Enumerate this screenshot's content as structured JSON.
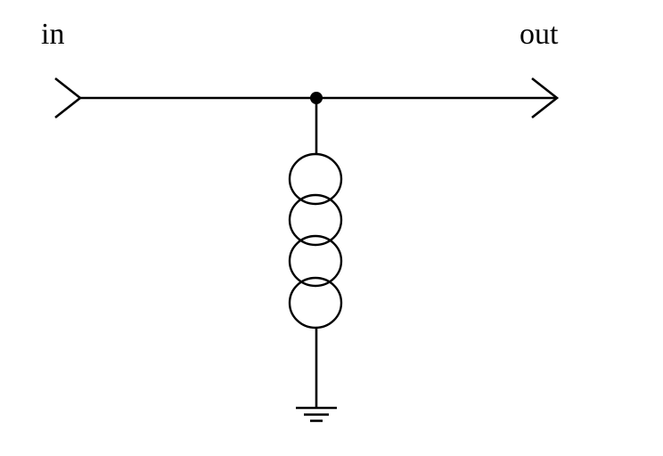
{
  "diagram": {
    "type": "circuit-schematic",
    "description": "Series through-line from input to output with a shunt inductor to ground at the midpoint junction",
    "labels": {
      "in": "in",
      "out": "out"
    },
    "components": {
      "input_terminal": "arrow-terminal",
      "output_terminal": "arrow-terminal",
      "junction": "node-dot",
      "inductor": {
        "kind": "inductor-coil",
        "turns": 4,
        "orientation": "vertical",
        "connection": "shunt-to-ground"
      },
      "ground": "earth-ground-symbol"
    },
    "colors": {
      "stroke": "#000000",
      "background": "#ffffff"
    }
  }
}
